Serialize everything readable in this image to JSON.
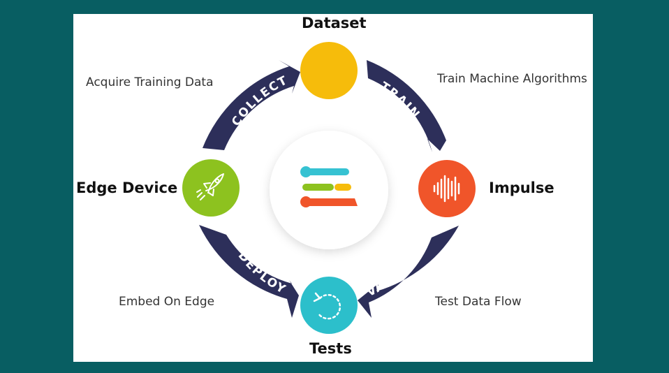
{
  "nodes": {
    "dataset": {
      "label": "Dataset",
      "color": "#F6BC0B"
    },
    "impulse": {
      "label": "Impulse",
      "color": "#F0552A"
    },
    "tests": {
      "label": "Tests",
      "color": "#2CBFCB"
    },
    "edge_device": {
      "label": "Edge Device",
      "color": "#8DC21F"
    }
  },
  "arrows": {
    "collect": "COLLECT",
    "train": "TRAIN",
    "validate": "VALIDATE",
    "deploy": "DEPLOY",
    "color": "#2D2F5A"
  },
  "descriptions": {
    "collect": "Acquire Training Data",
    "train": "Train Machine Algorithms",
    "validate": "Test Data Flow",
    "deploy": "Embed On Edge"
  },
  "center": {
    "icon": "edge-impulse-logo-icon",
    "bar_colors": [
      "#36C2D2",
      "#8DC21F",
      "#F6BC0B",
      "#F0552A"
    ]
  },
  "icons": {
    "impulse": "waveform-icon",
    "tests": "refresh-icon",
    "edge_device": "rocket-icon"
  }
}
